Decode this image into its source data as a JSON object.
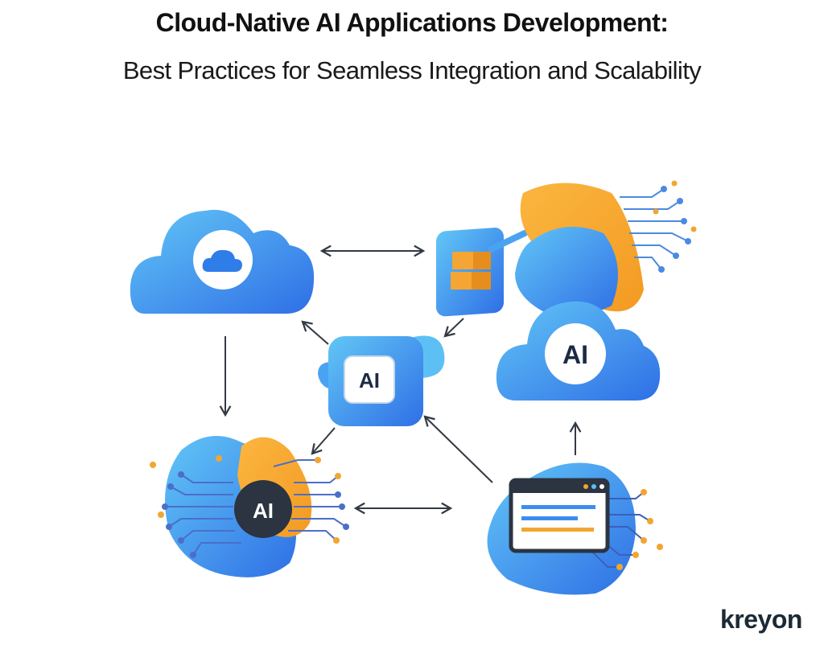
{
  "header": {
    "title": "Cloud-Native AI Applications Development:",
    "subtitle": "Best Practices for Seamless Integration and Scalability"
  },
  "diagram": {
    "center_node_label": "AI",
    "right_cloud_label": "AI",
    "bottom_left_node_label": "AI"
  },
  "logo": {
    "text": "kreyon"
  },
  "colors": {
    "blue": "#3b8ef0",
    "light_blue": "#5cc0f5",
    "orange": "#f6a531",
    "dark": "#2b3440",
    "arrow": "#333a44"
  }
}
